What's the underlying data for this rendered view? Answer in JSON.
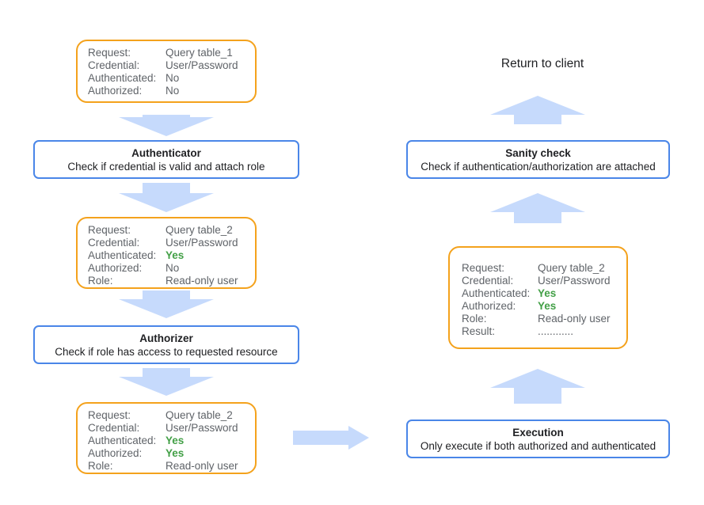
{
  "labels": {
    "request": "Request:",
    "credential": "Credential:",
    "authenticated": "Authenticated:",
    "authorized": "Authorized:",
    "role": "Role:",
    "result": "Result:"
  },
  "state1": {
    "request": "Query table_1",
    "credential": "User/Password",
    "authenticated": "No",
    "authorized": "No"
  },
  "state2": {
    "request": "Query table_2",
    "credential": "User/Password",
    "authenticated": "Yes",
    "authorized": "No",
    "role": "Read-only user"
  },
  "state3": {
    "request": "Query table_2",
    "credential": "User/Password",
    "authenticated": "Yes",
    "authorized": "Yes",
    "role": "Read-only user"
  },
  "state4": {
    "request": "Query table_2",
    "credential": "User/Password",
    "authenticated": "Yes",
    "authorized": "Yes",
    "role": "Read-only user",
    "result": "............"
  },
  "authenticator": {
    "title": "Authenticator",
    "description": "Check if credential is valid and attach role"
  },
  "authorizer": {
    "title": "Authorizer",
    "description": "Check if role has access to requested resource"
  },
  "execution": {
    "title": "Execution",
    "description": "Only execute if both authorized and authenticated"
  },
  "sanity_check": {
    "title": "Sanity check",
    "description": "Check if authentication/authorization are attached"
  },
  "return_label": "Return to client",
  "colors": {
    "state_border": "#f4a21c",
    "step_border": "#4a86e8",
    "arrow_fill": "#c6dafc",
    "yes_text": "#43a047"
  }
}
